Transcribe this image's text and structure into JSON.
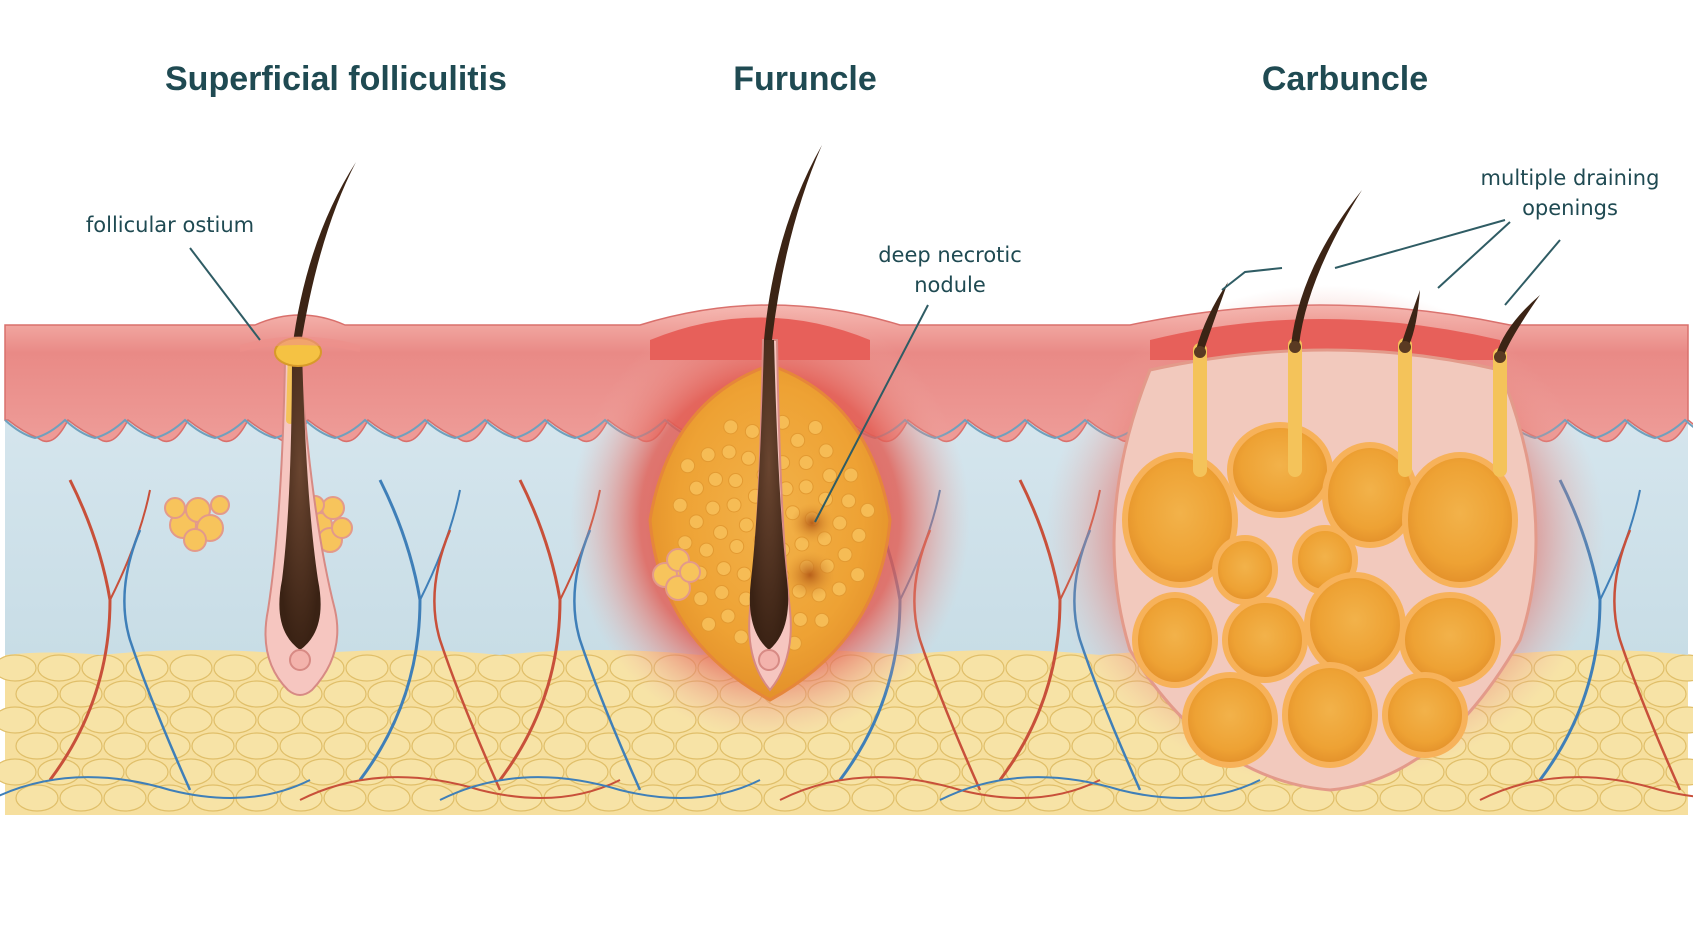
{
  "panels": [
    {
      "title": "Superficial folliculitis",
      "callout": {
        "lines": [
          "follicular ostium"
        ]
      }
    },
    {
      "title": "Furuncle",
      "callout": {
        "lines": [
          "deep necrotic",
          "nodule"
        ]
      }
    },
    {
      "title": "Carbuncle",
      "callout": {
        "lines": [
          "multiple draining",
          "openings"
        ]
      }
    }
  ],
  "colors": {
    "title_text": "#1f4a52",
    "leader_line": "#2f5c64",
    "epidermis": "#e88a8a",
    "dermis": "#cfe1ea",
    "subcutaneous_fat": "#f3d88a",
    "pus": "#f0a83a",
    "hair": "#4a2e1c",
    "artery": "#c8503a",
    "vein": "#3f7fb8"
  }
}
